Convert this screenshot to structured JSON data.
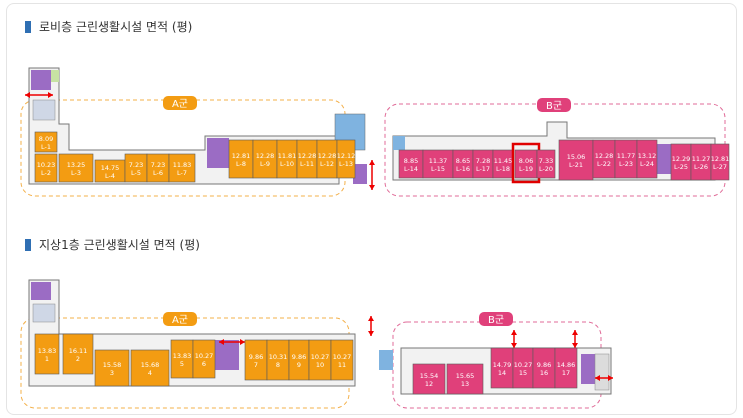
{
  "sections": [
    {
      "title": "로비층 근린생활시설 면적 (평)",
      "group_a": "A군",
      "group_b": "B군",
      "units": [
        {
          "area": "8.09",
          "id": "L-1"
        },
        {
          "area": "10.23",
          "id": "L-2"
        },
        {
          "area": "13.25",
          "id": "L-3"
        },
        {
          "area": "14.75",
          "id": "L-4"
        },
        {
          "area": "7.23",
          "id": "L-5"
        },
        {
          "area": "7.23",
          "id": "L-6"
        },
        {
          "area": "11.83",
          "id": "L-7"
        },
        {
          "area": "12.81",
          "id": "L-8"
        },
        {
          "area": "12.28",
          "id": "L-9"
        },
        {
          "area": "11.81",
          "id": "L-10"
        },
        {
          "area": "12.28",
          "id": "L-11"
        },
        {
          "area": "12.28",
          "id": "L-12"
        },
        {
          "area": "12.12",
          "id": "L-13"
        },
        {
          "area": "8.85",
          "id": "L-14"
        },
        {
          "area": "11.37",
          "id": "L-15"
        },
        {
          "area": "8.65",
          "id": "L-16"
        },
        {
          "area": "7.28",
          "id": "L-17"
        },
        {
          "area": "11.45",
          "id": "L-18"
        },
        {
          "area": "8.06",
          "id": "L-19"
        },
        {
          "area": "7.33",
          "id": "L-20"
        },
        {
          "area": "15.06",
          "id": "L-21"
        },
        {
          "area": "12.28",
          "id": "L-22"
        },
        {
          "area": "11.77",
          "id": "L-23"
        },
        {
          "area": "13.12",
          "id": "L-24"
        },
        {
          "area": "12.29",
          "id": "L-25"
        },
        {
          "area": "11.27",
          "id": "L-26"
        },
        {
          "area": "12.81",
          "id": "L-27"
        }
      ],
      "highlighted": "L-19"
    },
    {
      "title": "지상1층  근린생활시설 면적 (평)",
      "group_a": "A군",
      "group_b": "B군",
      "units": [
        {
          "area": "13.83",
          "id": "1"
        },
        {
          "area": "16.11",
          "id": "2"
        },
        {
          "area": "15.58",
          "id": "3"
        },
        {
          "area": "15.68",
          "id": "4"
        },
        {
          "area": "13.83",
          "id": "5"
        },
        {
          "area": "10.27",
          "id": "6"
        },
        {
          "area": "9.86",
          "id": "7"
        },
        {
          "area": "10.31",
          "id": "8"
        },
        {
          "area": "9.86",
          "id": "9"
        },
        {
          "area": "10.27",
          "id": "10"
        },
        {
          "area": "10.27",
          "id": "11"
        },
        {
          "area": "15.54",
          "id": "12"
        },
        {
          "area": "15.65",
          "id": "13"
        },
        {
          "area": "14.79",
          "id": "14"
        },
        {
          "area": "10.27",
          "id": "15"
        },
        {
          "area": "9.86",
          "id": "16"
        },
        {
          "area": "14.86",
          "id": "17"
        }
      ]
    }
  ],
  "colors": {
    "orange": "#f39c12",
    "pink": "#e0407a",
    "purple": "#9b6cc4",
    "grey": "#cfcfcf",
    "blue_core": "#7fb3e0",
    "highlight": "#e00000"
  }
}
